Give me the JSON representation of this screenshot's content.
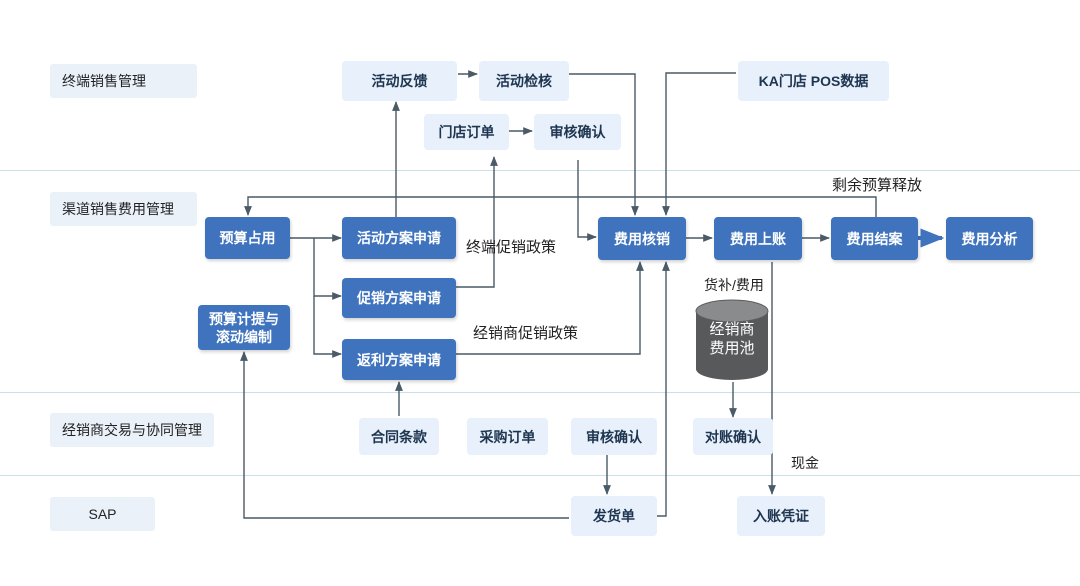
{
  "lanes": {
    "terminal": "终端销售管理",
    "channel": "渠道销售费用管理",
    "dealer": "经销商交易与协同管理",
    "sap": "SAP"
  },
  "nodes": {
    "activity_feedback": "活动反馈",
    "activity_check": "活动检核",
    "ka_pos": "KA门店 POS数据",
    "store_order": "门店订单",
    "review_confirm_top": "审核确认",
    "budget_occupy": "预算占用",
    "activity_plan": "活动方案申请",
    "expense_verify": "费用核销",
    "expense_post": "费用上账",
    "expense_settle": "费用结案",
    "expense_analysis": "费用分析",
    "promo_plan": "促销方案申请",
    "budget_accrual": "预算计提与\n滚动编制",
    "rebate_plan": "返利方案申请",
    "contract_terms": "合同条款",
    "purchase_order": "采购订单",
    "review_confirm_bottom": "审核确认",
    "reconcile_confirm": "对账确认",
    "delivery_note": "发货单",
    "entry_voucher": "入账凭证"
  },
  "pool": {
    "label": "经销商\n费用池"
  },
  "notes": {
    "remaining_budget": "剩余预算释放",
    "terminal_policy": "终端促销政策",
    "dealer_policy": "经销商促销政策",
    "goods_expense": "货补/费用",
    "cash": "现金"
  },
  "colors": {
    "node_dark": "#3f73bd",
    "node_light": "#e7f0fb",
    "lane_bg": "#eaf1f9",
    "line": "#4a5a66"
  }
}
